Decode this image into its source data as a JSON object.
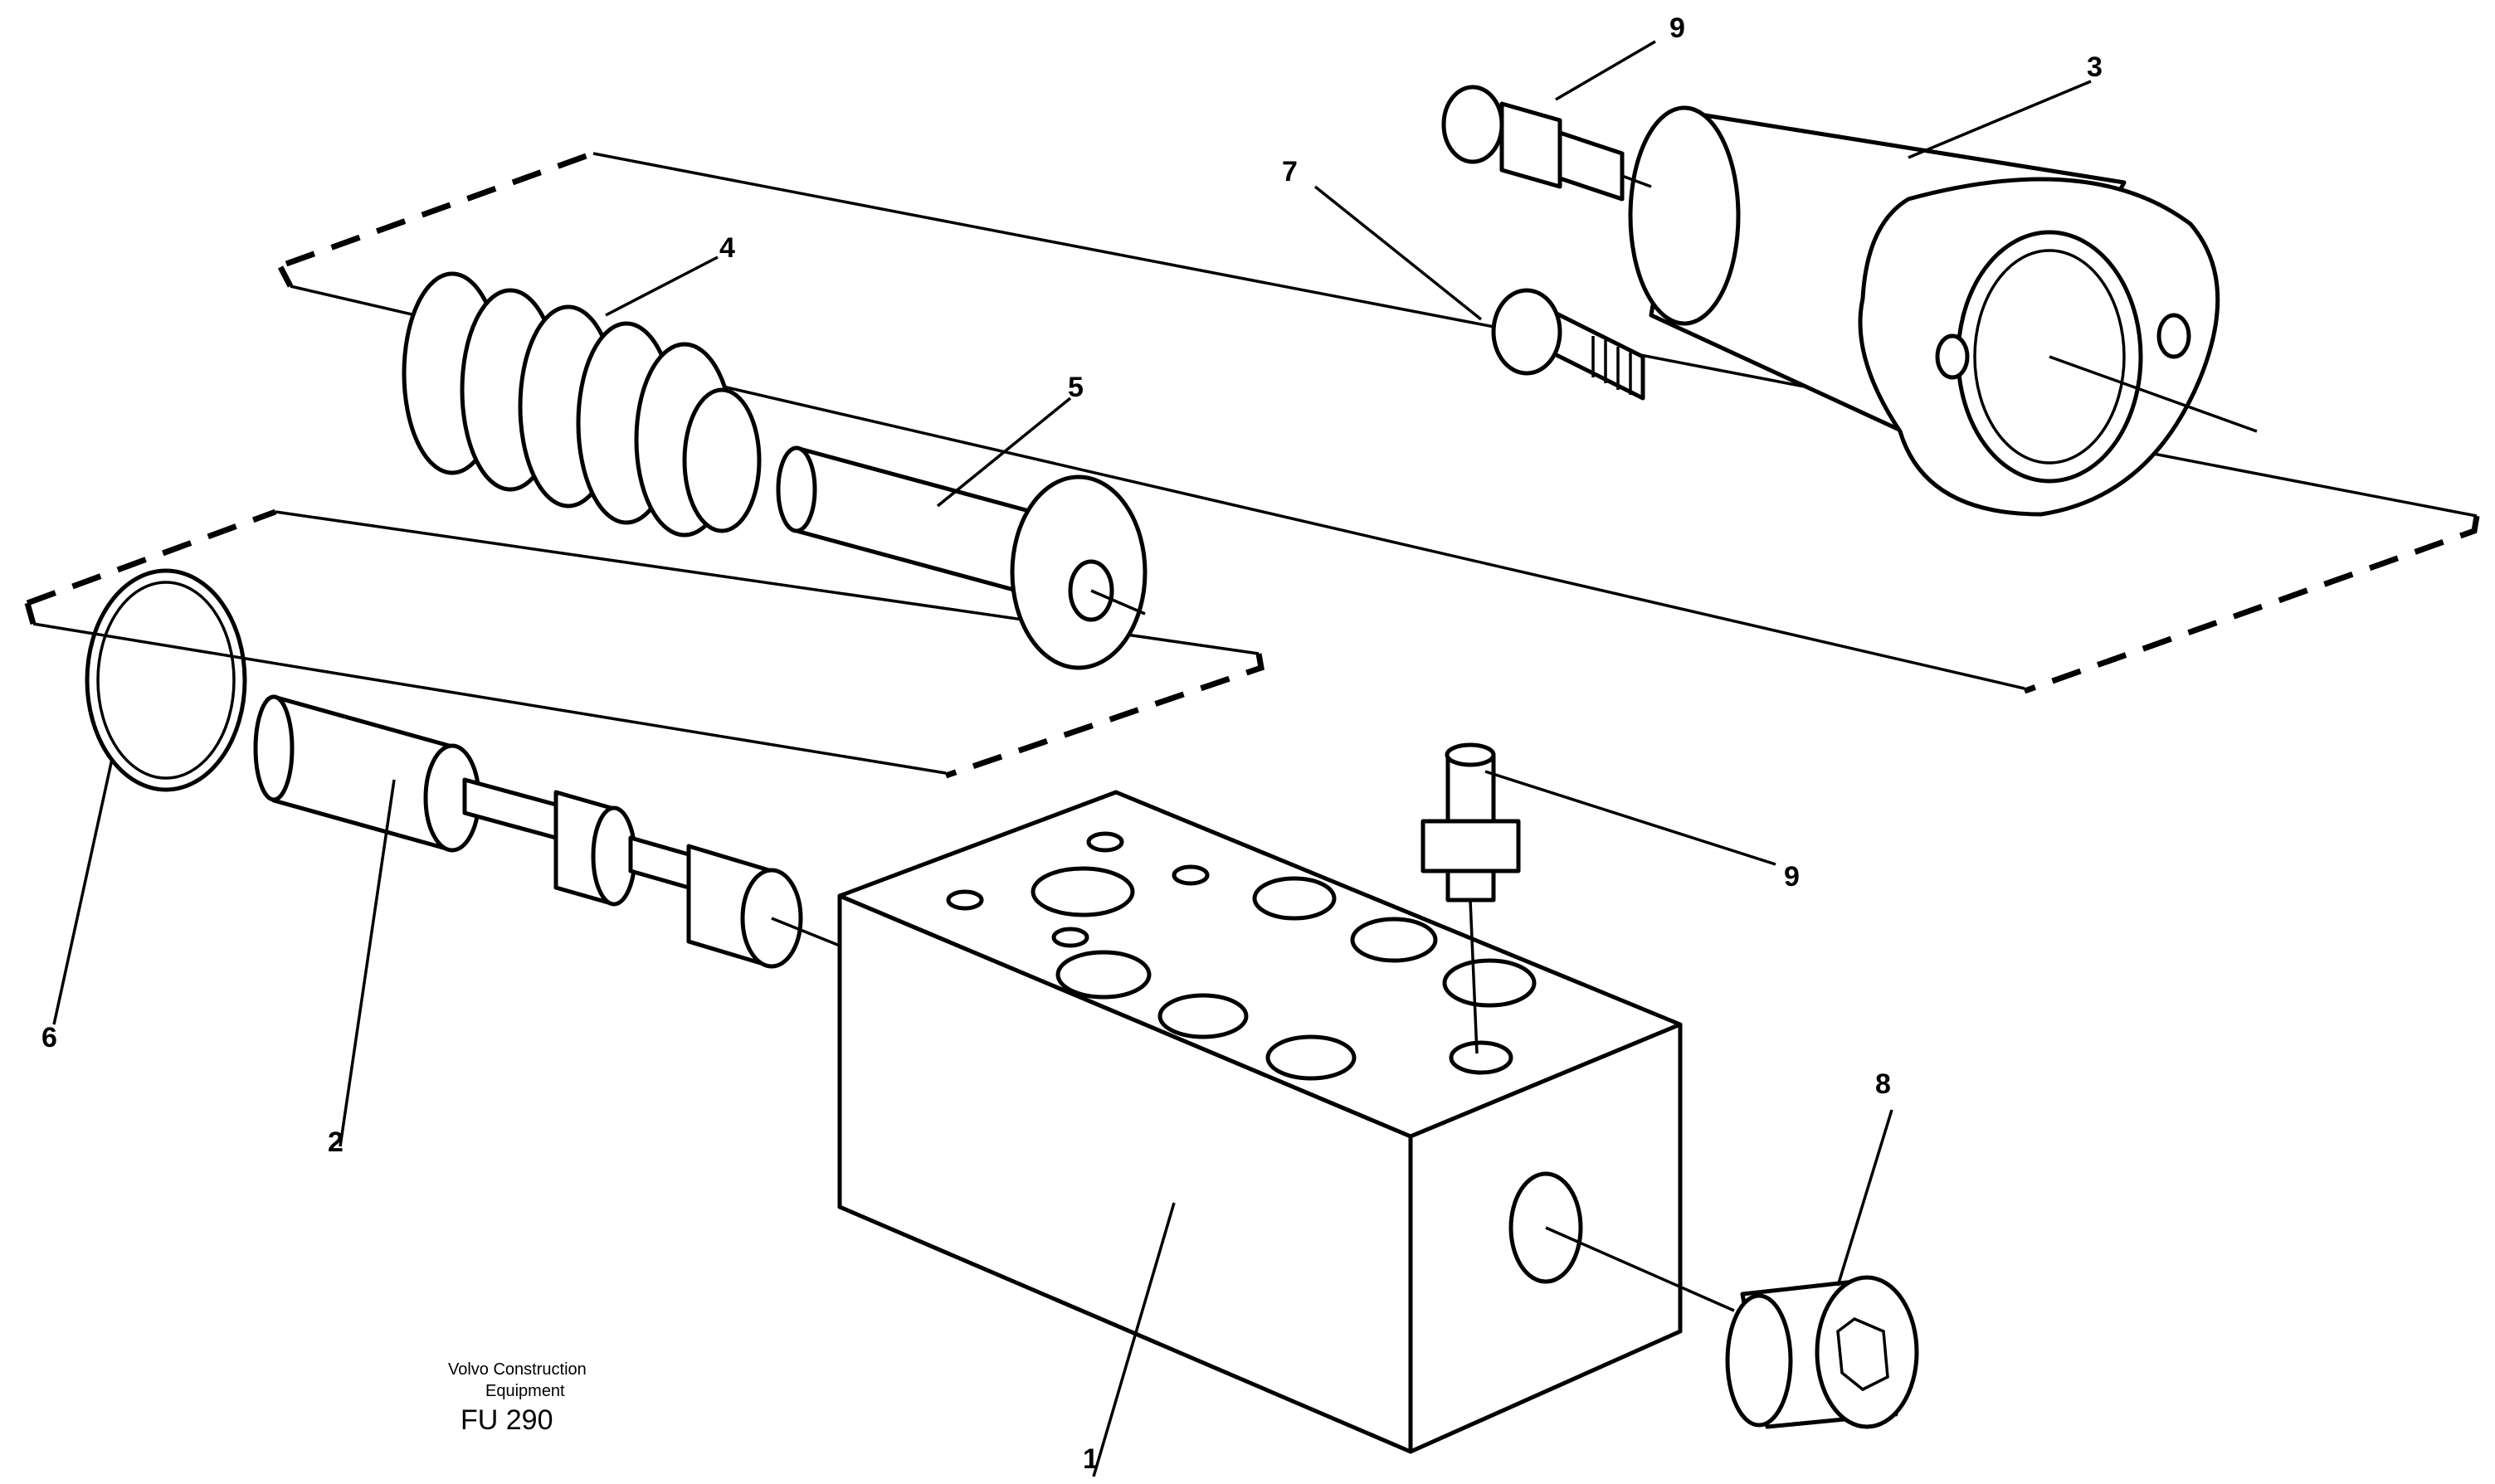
{
  "callouts": {
    "c1": "1",
    "c2": "2",
    "c3": "3",
    "c4": "4",
    "c5": "5",
    "c6": "6",
    "c7": "7",
    "c8": "8",
    "c9_top": "9",
    "c9_right": "9"
  },
  "caption": {
    "line1": "Volvo Construction",
    "line2": "Equipment",
    "code": "FU 290"
  }
}
